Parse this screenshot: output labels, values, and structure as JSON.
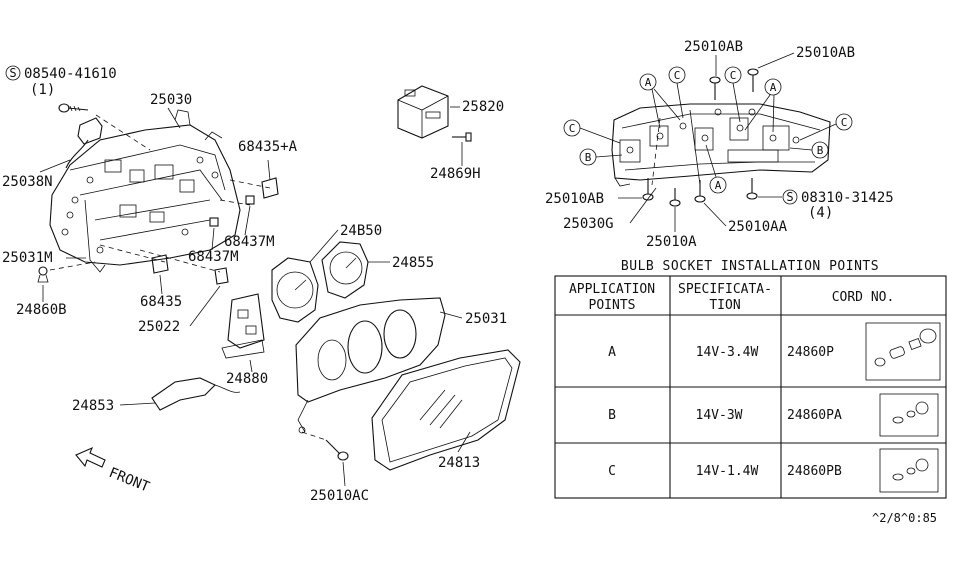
{
  "labels": {
    "s08540": "08540-41610",
    "s08540_qty": "(1)",
    "p25030": "25030",
    "p25038N": "25038N",
    "p68435A": "68435+A",
    "p68437M_1": "68437M",
    "p68437M_2": "68437M",
    "p25031M": "25031M",
    "p68435": "68435",
    "p24860B": "24860B",
    "p25022": "25022",
    "p24850": "24B50",
    "p24855": "24855",
    "p25031": "25031",
    "p24880": "24880",
    "p24853": "24853",
    "p24813": "24813",
    "p25010AC": "25010AC",
    "front": "FRONT",
    "p25820": "25820",
    "p24869H": "24869H",
    "p25010AB_top": "25010AB",
    "p25010AB_topright": "25010AB",
    "p25010AB_left": "25010AB",
    "p25030G": "25030G",
    "p25010A": "25010A",
    "p25010AA": "25010AA",
    "s08310": "08310-31425",
    "s08310_qty": "(4)",
    "diagram_code": "^2/8^0:85",
    "screw_symbol": "S",
    "circle_A": "A",
    "circle_B": "B",
    "circle_C": "C"
  },
  "table": {
    "title": "BULB SOCKET INSTALLATION POINTS",
    "headers": {
      "application_line1": "APPLICATION",
      "application_line2": "POINTS",
      "specification_line1": "SPECIFICATA-",
      "specification_line2": "TION",
      "cord_no": "CORD NO."
    },
    "rows": [
      {
        "point": "A",
        "spec": "14V-3.4W",
        "cord": "24860P"
      },
      {
        "point": "B",
        "spec": "14V-3W",
        "cord": "24860PA"
      },
      {
        "point": "C",
        "spec": "14V-1.4W",
        "cord": "24860PB"
      }
    ]
  }
}
